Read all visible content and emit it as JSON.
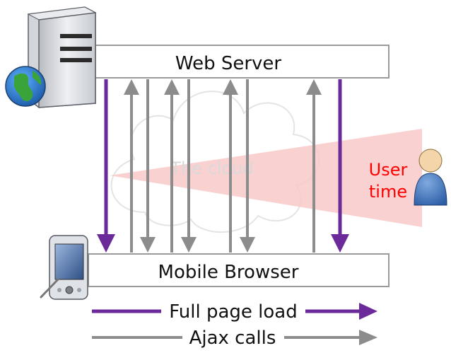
{
  "diagram": {
    "server_label": "Web Server",
    "browser_label": "Mobile Browser",
    "cloud_label": "The cloud",
    "user_time_label": {
      "line1": "User",
      "line2": "time"
    },
    "legend": {
      "full_page_load": "Full page load",
      "ajax_calls": "Ajax calls"
    },
    "colors": {
      "full_page_load": "#6a2a9a",
      "ajax_calls": "#8c8c8c",
      "user_time": "#ff0000",
      "user_time_wedge": "#f9c9c9",
      "box_border": "#9a9a9a",
      "user_figure": "#3a6fb5"
    },
    "arrows": [
      {
        "kind": "full_page_load",
        "direction": "down"
      },
      {
        "kind": "ajax_calls",
        "direction": "up"
      },
      {
        "kind": "ajax_calls",
        "direction": "down"
      },
      {
        "kind": "ajax_calls",
        "direction": "up"
      },
      {
        "kind": "ajax_calls",
        "direction": "down"
      },
      {
        "kind": "ajax_calls",
        "direction": "up"
      },
      {
        "kind": "ajax_calls",
        "direction": "down"
      },
      {
        "kind": "ajax_calls",
        "direction": "up"
      },
      {
        "kind": "full_page_load",
        "direction": "down"
      }
    ],
    "icons": [
      "server-icon",
      "globe-icon",
      "pda-icon",
      "user-icon"
    ]
  }
}
